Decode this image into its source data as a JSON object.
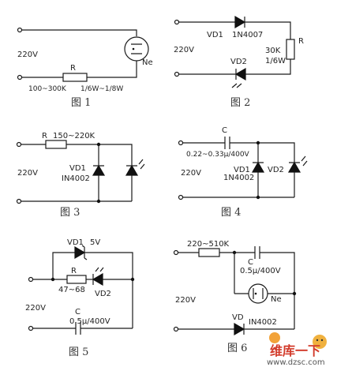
{
  "fig1": {
    "v": "220V",
    "r": "R",
    "r_val": "100~300K",
    "r_power": "1/6W~1/8W",
    "lamp": "Ne",
    "caption": "图 1"
  },
  "fig2": {
    "v": "220V",
    "vd1": "VD1",
    "vd1_type": "1N4007",
    "r": "R",
    "r_val": "30K",
    "r_power": "1/6W",
    "vd2": "VD2",
    "caption": "图 2"
  },
  "fig3": {
    "r": "R",
    "r_val": "150~220K",
    "v": "220V",
    "vd1": "VD1",
    "vd1_type": "IN4002",
    "caption": "图 3"
  },
  "fig4": {
    "c": "C",
    "c_val": "0.22~0.33μ/400V",
    "v": "220V",
    "vd1": "VD1",
    "vd1_type": "1N4002",
    "vd2": "VD2",
    "caption": "图 4"
  },
  "fig5": {
    "vd1": "VD1",
    "vd1_val": "5V",
    "r": "R",
    "r_val": "47~68",
    "vd2": "VD2",
    "v": "220V",
    "c": "C",
    "c_val": "0.5μ/400V",
    "caption": "图 5"
  },
  "fig6": {
    "r_val": "220~510K",
    "c": "C",
    "c_val": "0.5μ/400V",
    "v": "220V",
    "lamp": "Ne",
    "vd": "VD",
    "vd_type": "IN4002",
    "caption": "图 6"
  },
  "watermark": {
    "brand": "维库一下",
    "url": "www.dzsc.com"
  }
}
